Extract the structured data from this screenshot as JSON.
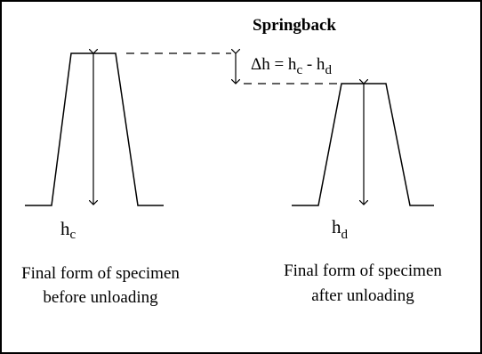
{
  "title": "Springback",
  "equation": {
    "lhs": "Δh = h",
    "sub1": "c",
    "mid": " - h",
    "sub2": "d"
  },
  "left_profile": {
    "label_main": "h",
    "label_sub": "c",
    "caption_line1": "Final form of specimen",
    "caption_line2": "before unloading"
  },
  "right_profile": {
    "label_main": "h",
    "label_sub": "d",
    "caption_line1": "Final form of specimen",
    "caption_line2": "after unloading"
  }
}
